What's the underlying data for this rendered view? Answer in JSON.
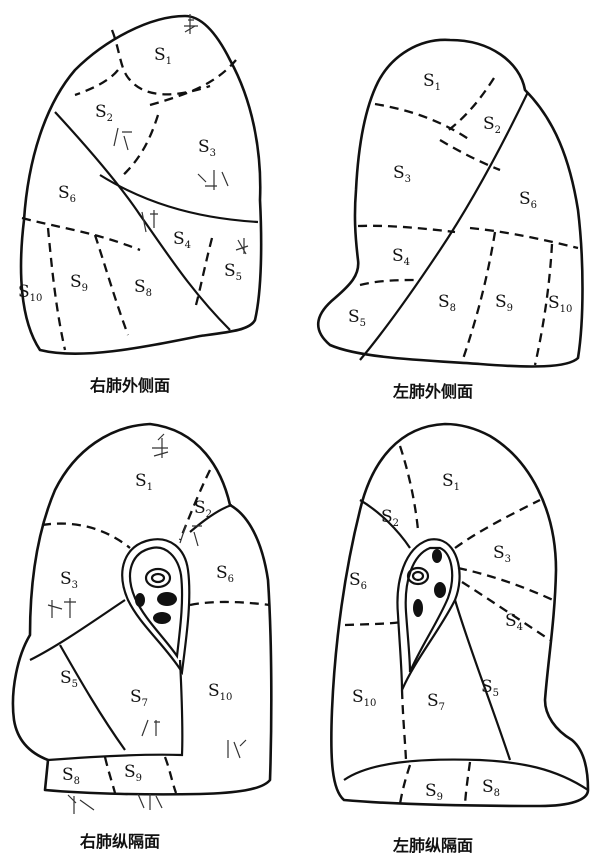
{
  "captions": {
    "right_lateral": "右肺外侧面",
    "left_lateral": "左肺外侧面",
    "right_mediastinal": "右肺纵隔面",
    "left_mediastinal": "左肺纵隔面"
  },
  "diagrams": {
    "right_lateral": {
      "segments": [
        {
          "label": "S",
          "sub": "1"
        },
        {
          "label": "S",
          "sub": "2"
        },
        {
          "label": "S",
          "sub": "3"
        },
        {
          "label": "S",
          "sub": "6"
        },
        {
          "label": "S",
          "sub": "4"
        },
        {
          "label": "S",
          "sub": "5"
        },
        {
          "label": "S",
          "sub": "10"
        },
        {
          "label": "S",
          "sub": "9"
        },
        {
          "label": "S",
          "sub": "8"
        }
      ]
    },
    "left_lateral": {
      "segments": [
        {
          "label": "S",
          "sub": "1"
        },
        {
          "label": "S",
          "sub": "2"
        },
        {
          "label": "S",
          "sub": "3"
        },
        {
          "label": "S",
          "sub": "6"
        },
        {
          "label": "S",
          "sub": "4"
        },
        {
          "label": "S",
          "sub": "5"
        },
        {
          "label": "S",
          "sub": "8"
        },
        {
          "label": "S",
          "sub": "9"
        },
        {
          "label": "S",
          "sub": "10"
        }
      ]
    },
    "right_mediastinal": {
      "segments": [
        {
          "label": "S",
          "sub": "1"
        },
        {
          "label": "S",
          "sub": "2"
        },
        {
          "label": "S",
          "sub": "3"
        },
        {
          "label": "S",
          "sub": "6"
        },
        {
          "label": "S",
          "sub": "5"
        },
        {
          "label": "S",
          "sub": "7"
        },
        {
          "label": "S",
          "sub": "10"
        },
        {
          "label": "S",
          "sub": "8"
        },
        {
          "label": "S",
          "sub": "9"
        }
      ]
    },
    "left_mediastinal": {
      "segments": [
        {
          "label": "S",
          "sub": "1"
        },
        {
          "label": "S",
          "sub": "2"
        },
        {
          "label": "S",
          "sub": "3"
        },
        {
          "label": "S",
          "sub": "6"
        },
        {
          "label": "S",
          "sub": "4"
        },
        {
          "label": "S",
          "sub": "10"
        },
        {
          "label": "S",
          "sub": "7"
        },
        {
          "label": "S",
          "sub": "5"
        },
        {
          "label": "S",
          "sub": "9"
        },
        {
          "label": "S",
          "sub": "8"
        }
      ]
    }
  }
}
